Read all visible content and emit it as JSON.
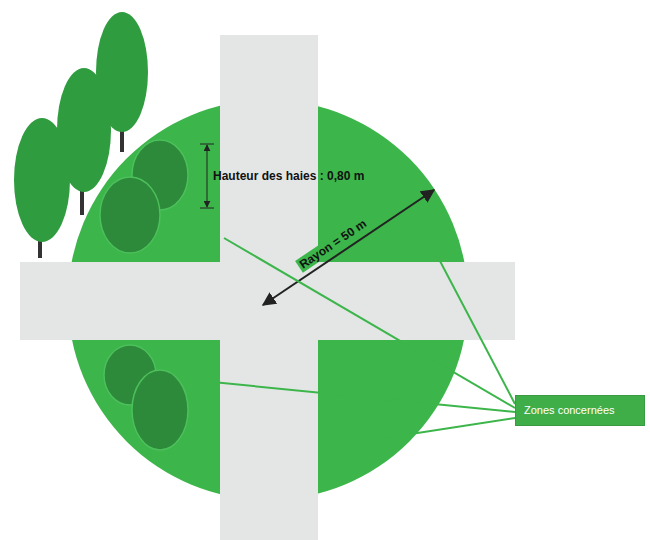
{
  "diagram": {
    "nodes": [
      {
        "text": [
          "Zones concernées"
        ]
      }
    ],
    "labels": [
      "Hauteur des haies : 0,80 m",
      "Rayon = 50 m"
    ]
  }
}
